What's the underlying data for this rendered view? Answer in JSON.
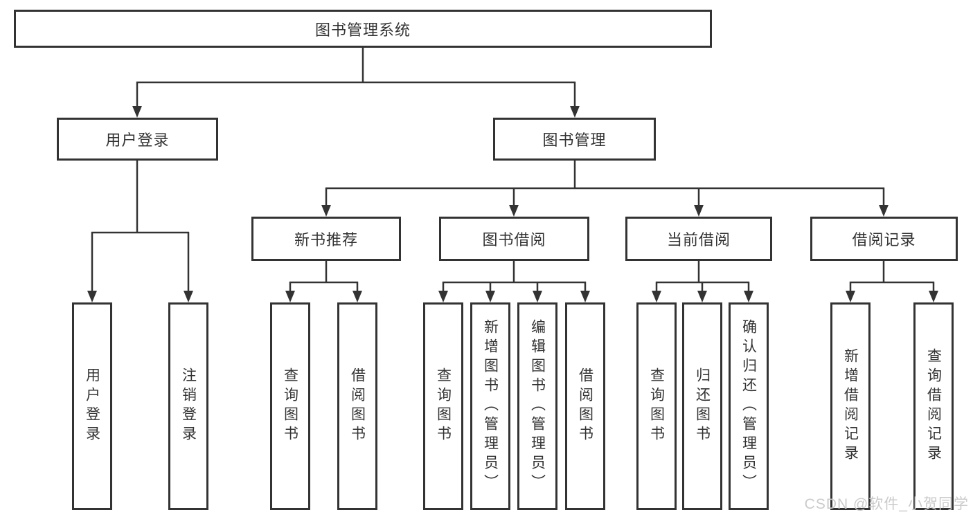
{
  "tree": {
    "label": "图书管理系统",
    "children": [
      {
        "label": "用户登录",
        "children": [
          {
            "label": "用户登录"
          },
          {
            "label": "注销登录"
          }
        ]
      },
      {
        "label": "图书管理",
        "children": [
          {
            "label": "新书推荐",
            "children": [
              {
                "label": "查询图书"
              },
              {
                "label": "借阅图书"
              }
            ]
          },
          {
            "label": "图书借阅",
            "children": [
              {
                "label": "查询图书"
              },
              {
                "label": "新增图书（管理员）"
              },
              {
                "label": "编辑图书（管理员）"
              },
              {
                "label": "借阅图书"
              }
            ]
          },
          {
            "label": "当前借阅",
            "children": [
              {
                "label": "查询图书"
              },
              {
                "label": "归还图书"
              },
              {
                "label": "确认归还（管理员）"
              }
            ]
          },
          {
            "label": "借阅记录",
            "children": [
              {
                "label": "新增借阅记录"
              },
              {
                "label": "查询借阅记录"
              }
            ]
          }
        ]
      }
    ]
  },
  "watermark": "CSDN @软件_小贺同学",
  "colors": {
    "line": "#333333",
    "text": "#333333",
    "box_background": "#ffffff",
    "watermark": "#cbcbcb",
    "page_background": "#ffffff"
  }
}
